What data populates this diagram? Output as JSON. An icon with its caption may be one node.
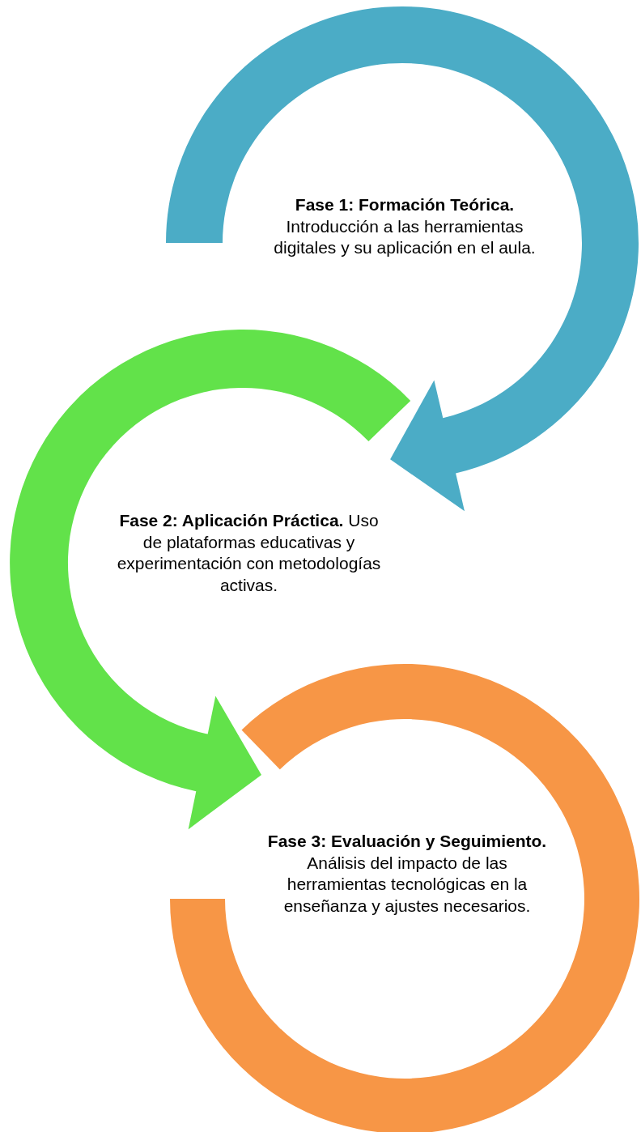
{
  "diagram": {
    "nodes": [
      {
        "text": [
          "**Fase 1: Formación Teórica.** Introducción a las herramientas digitales y su aplicación en el aula."
        ]
      },
      {
        "text": [
          "**Fase 2: Aplicación Práctica.** Uso de plataformas educativas y experimentación con metodologías activas."
        ]
      },
      {
        "text": [
          "**Fase 3: Evaluación y Seguimiento.** Análisis del impacto de las herramientas tecnológicas en la enseñanza y ajustes necesarios."
        ]
      }
    ],
    "edges": [
      {
        "from": 0,
        "to": 1,
        "arrow": "to",
        "style": "thick",
        "color": "#4bacc6"
      },
      {
        "from": 1,
        "to": 2,
        "arrow": "to",
        "style": "thick",
        "color": "#62e24a"
      }
    ]
  }
}
